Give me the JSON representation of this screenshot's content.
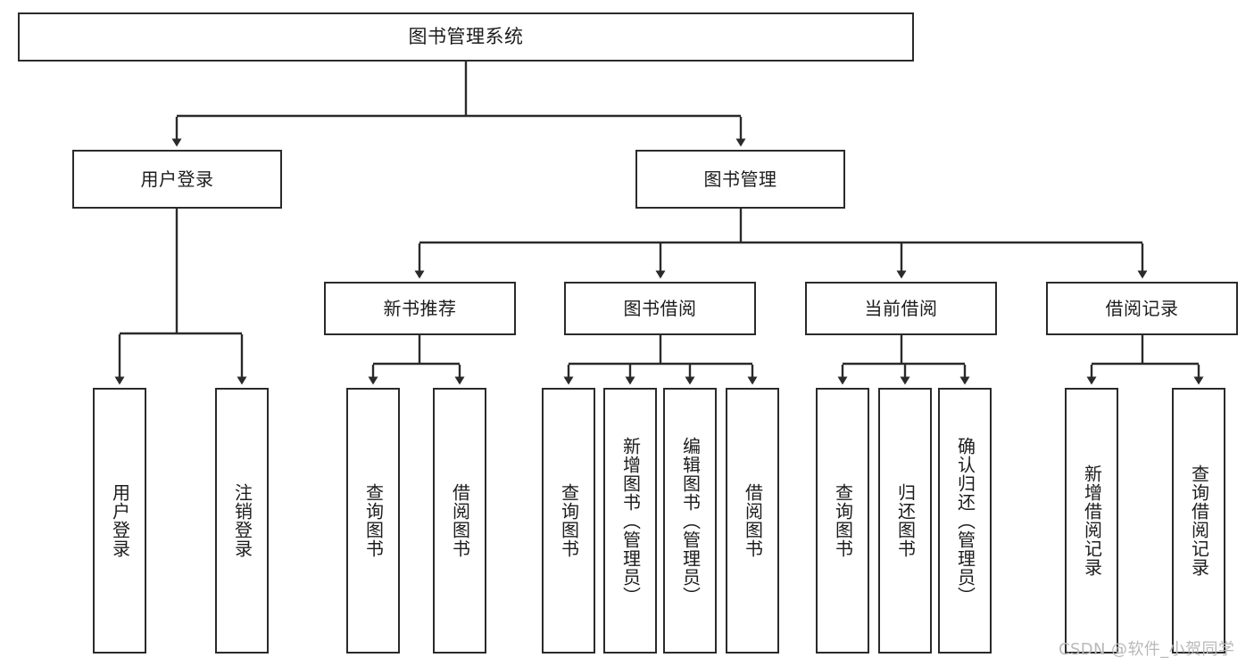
{
  "diagram": {
    "title": "图书管理系统",
    "type": "tree-hierarchy",
    "watermark": "CSDN @软件_小贺同学",
    "colors": {
      "stroke": "#2a2a2a",
      "fill": "#ffffff",
      "text": "#1c1c1c",
      "watermark": "#b9b9b9"
    },
    "nodes": {
      "root": {
        "label": "图书管理系统"
      },
      "level1": [
        {
          "id": "user-login",
          "label": "用户登录"
        },
        {
          "id": "book-manage",
          "label": "图书管理"
        }
      ],
      "level2": [
        {
          "id": "new-book-recommend",
          "label": "新书推荐"
        },
        {
          "id": "book-borrow",
          "label": "图书借阅"
        },
        {
          "id": "current-borrow",
          "label": "当前借阅"
        },
        {
          "id": "borrow-record",
          "label": "借阅记录"
        }
      ],
      "leaves": [
        {
          "id": "leaf-user-login",
          "label": "用户登录",
          "parent": "user-login"
        },
        {
          "id": "leaf-logout-login",
          "label": "注销登录",
          "parent": "user-login"
        },
        {
          "id": "leaf-query-book-1",
          "label": "查询图书",
          "parent": "new-book-recommend"
        },
        {
          "id": "leaf-borrow-book-1",
          "label": "借阅图书",
          "parent": "new-book-recommend"
        },
        {
          "id": "leaf-query-book-2",
          "label": "查询图书",
          "parent": "book-borrow"
        },
        {
          "id": "leaf-add-book",
          "label": "新增图书（管理员）",
          "parent": "book-borrow"
        },
        {
          "id": "leaf-edit-book",
          "label": "编辑图书（管理员）",
          "parent": "book-borrow"
        },
        {
          "id": "leaf-borrow-book-2",
          "label": "借阅图书",
          "parent": "book-borrow"
        },
        {
          "id": "leaf-query-book-3",
          "label": "查询图书",
          "parent": "current-borrow"
        },
        {
          "id": "leaf-return-book",
          "label": "归还图书",
          "parent": "current-borrow"
        },
        {
          "id": "leaf-confirm-return",
          "label": "确认归还（管理员）",
          "parent": "current-borrow"
        },
        {
          "id": "leaf-add-record",
          "label": "新增借阅记录",
          "parent": "borrow-record"
        },
        {
          "id": "leaf-query-record",
          "label": "查询借阅记录",
          "parent": "borrow-record"
        }
      ]
    }
  }
}
